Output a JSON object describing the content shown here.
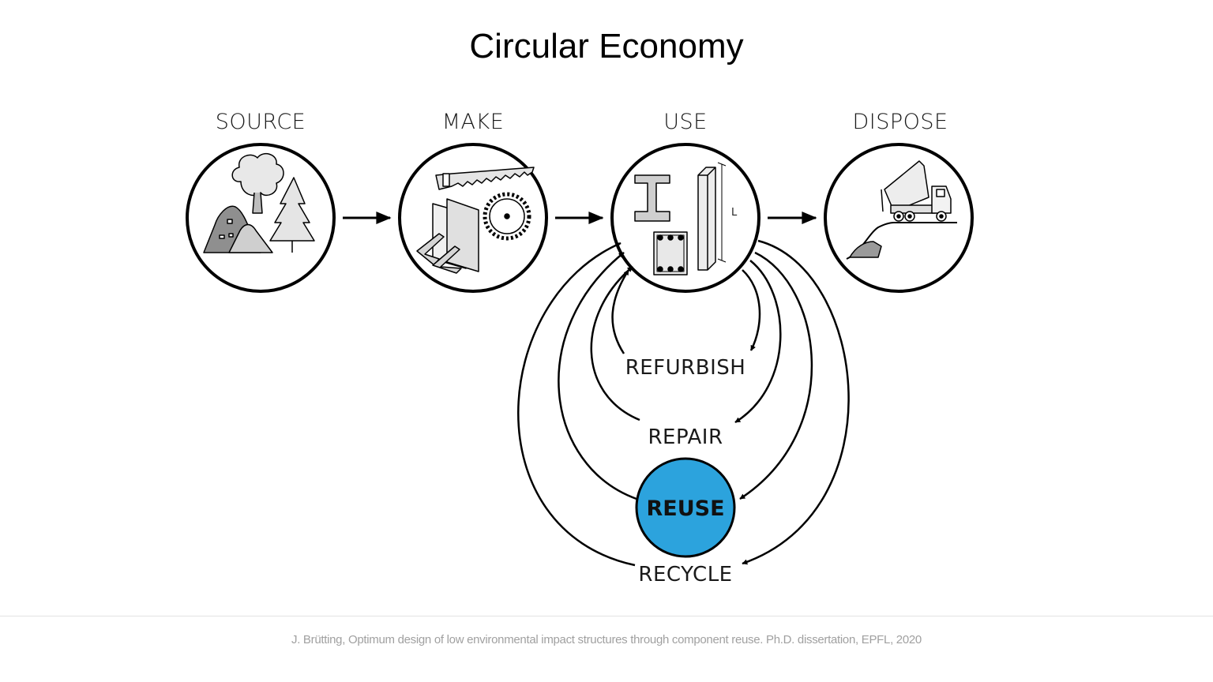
{
  "title": "Circular Economy",
  "stages": {
    "source": "SOURCE",
    "make": "MAKE",
    "use": "USE",
    "dispose": "DISPOSE"
  },
  "loops": {
    "refurbish": "REFURBISH",
    "repair": "REPAIR",
    "reuse": "REUSE",
    "recycle": "RECYCLE"
  },
  "icons": {
    "source": "nature-resources-icon",
    "make": "manufacturing-tools-icon",
    "use": "structural-components-icon",
    "dispose": "dump-truck-icon"
  },
  "dimension_label": "L",
  "colors": {
    "reuse_fill": "#2ca3dd",
    "stroke": "#000000"
  },
  "citation": "J. Brütting, Optimum design of low environmental impact structures through component reuse. Ph.D. dissertation, EPFL, 2020"
}
